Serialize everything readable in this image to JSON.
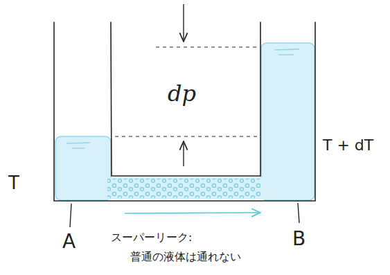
{
  "diagram": {
    "labels": [
      "dp",
      "T",
      "T + dT",
      "A",
      "B",
      "スーパーリーク:",
      "普通の液体は通れない"
    ]
  }
}
